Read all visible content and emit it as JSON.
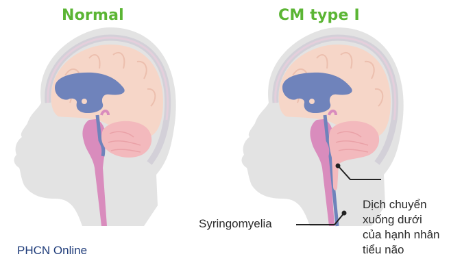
{
  "panels": [
    {
      "title": "Normal",
      "variant": "normal"
    },
    {
      "title": "CM type I",
      "variant": "chiari"
    }
  ],
  "annotations": {
    "syringomyelia": "Syringomyelia",
    "tonsil_lines": [
      "Dịch chuyển",
      "xuống dưới",
      "của hạnh nhân",
      "tiểu não"
    ]
  },
  "watermark": "PHCN Online",
  "colors": {
    "title_green": "#5bb534",
    "skin": "#e3e3e3",
    "skull": "#d9d9db",
    "cerebrum": "#f6d6c8",
    "ventricle": "#6f83bb",
    "brainstem": "#d98cbd",
    "cerebellum": "#f3b9bd",
    "watermark_blue": "#1f3c7a",
    "annotation_line": "#222222"
  }
}
